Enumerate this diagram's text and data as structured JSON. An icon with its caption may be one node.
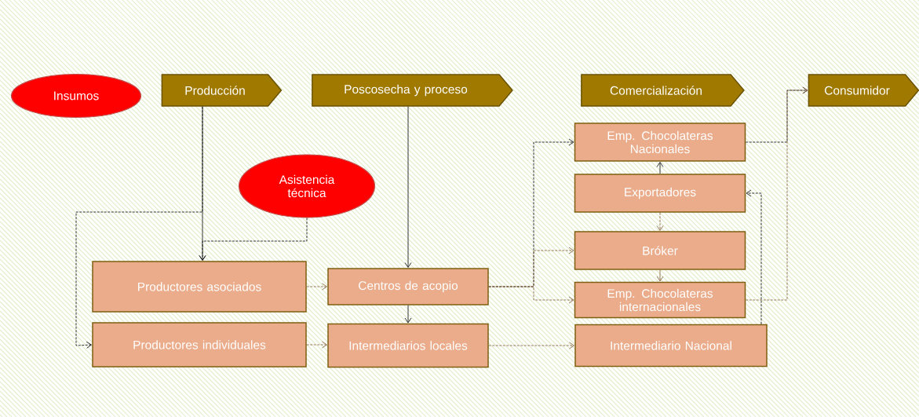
{
  "diagram": {
    "nodes": [
      {
        "text": [
          "Insumos"
        ]
      },
      {
        "text": [
          "Producción"
        ]
      },
      {
        "text": [
          "Poscosecha  y proceso"
        ]
      },
      {
        "text": [
          "Comercialización"
        ]
      },
      {
        "text": [
          "Consumidor"
        ]
      },
      {
        "text": [
          "Asistencia técnica"
        ]
      },
      {
        "text": [
          "Productores asociados"
        ]
      },
      {
        "text": [
          "Centros de acopio"
        ]
      },
      {
        "text": [
          "Productores individuales"
        ]
      },
      {
        "text": [
          "Intermediarios locales"
        ]
      },
      {
        "text": [
          "Emp. Chocolateras Nacionales"
        ]
      },
      {
        "text": [
          "Exportadores"
        ]
      },
      {
        "text": [
          "Bróker"
        ]
      },
      {
        "text": [
          "Emp. Chocolateras internacionales"
        ]
      },
      {
        "text": [
          "Intermediario Nacional"
        ]
      }
    ],
    "edges": [
      {
        "from": 1,
        "to": 6,
        "arrow": "to"
      },
      {
        "from": 1,
        "to": 8,
        "arrow": "to",
        "style": "dashed"
      },
      {
        "from": 5,
        "to": 6,
        "arrow": "to",
        "style": "dashed"
      },
      {
        "from": 2,
        "to": 7,
        "arrow": "to"
      },
      {
        "from": 6,
        "to": 7,
        "arrow": "to",
        "style": "dashed",
        "color": "#8b6b4b"
      },
      {
        "from": 8,
        "to": 9,
        "arrow": "to",
        "style": "dashed",
        "color": "#8b6b4b"
      },
      {
        "from": 7,
        "to": 9,
        "arrow": "to"
      },
      {
        "from": 7,
        "to": 10,
        "arrow": "to",
        "style": "dashed"
      },
      {
        "from": 7,
        "to": 12,
        "arrow": "to",
        "style": "dashed",
        "color": "#8b6b4b"
      },
      {
        "from": 7,
        "to": 13,
        "arrow": "to",
        "style": "dashed",
        "color": "#8b6b4b"
      },
      {
        "from": 11,
        "to": 10,
        "arrow": "to"
      },
      {
        "from": 11,
        "to": 12,
        "arrow": "to",
        "style": "dashed",
        "color": "#8b6b4b"
      },
      {
        "from": 12,
        "to": 13,
        "arrow": "to",
        "color": "#8b6b4b"
      },
      {
        "from": 9,
        "to": 14,
        "arrow": "to",
        "style": "dashed",
        "color": "#8b6b4b"
      },
      {
        "from": 14,
        "to": 11,
        "arrow": "to",
        "style": "dashed"
      },
      {
        "from": 10,
        "to": 4,
        "arrow": "to",
        "style": "dashed"
      },
      {
        "from": 13,
        "to": 4,
        "arrow": "to",
        "style": "dashed",
        "color": "#8b6b4b"
      }
    ]
  }
}
